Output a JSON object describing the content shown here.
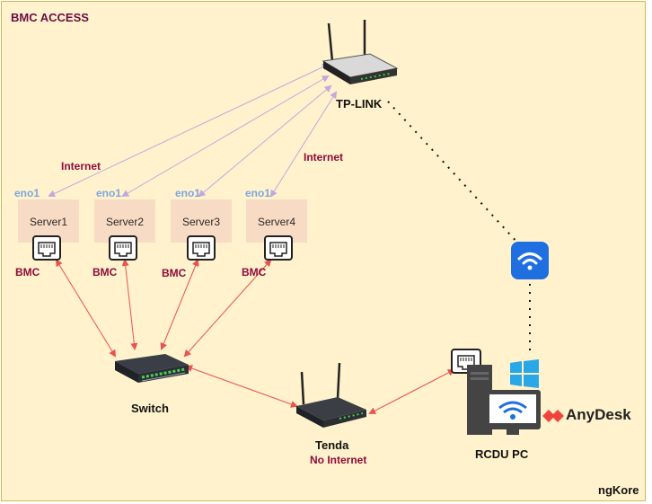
{
  "title": "BMC ACCESS",
  "router_top": "TP-LINK",
  "router_bottom": "Tenda",
  "router_bottom_status": "No Internet",
  "switch": "Switch",
  "pc": "RCDU PC",
  "anydesk": "AnyDesk",
  "footer": "ngKore",
  "internet_labels": [
    "Internet",
    "Internet"
  ],
  "eno_label": "eno1",
  "bmc_label": "BMC",
  "servers": [
    "Server1",
    "Server2",
    "Server3",
    "Server4"
  ],
  "colors": {
    "background": "#fff2cc",
    "internet_link": "#c3a8dc",
    "bmc_link": "#e8524f",
    "label_red": "#8e0b3b",
    "eno_blue": "#7ea6e0",
    "wifi_blue": "#1f6fe0",
    "anydesk_red": "#ef443b"
  },
  "icons": [
    "router-icon",
    "switch-icon",
    "ethernet-port-icon",
    "wifi-icon",
    "windows-icon",
    "desktop-pc-icon",
    "anydesk-logo-icon"
  ]
}
